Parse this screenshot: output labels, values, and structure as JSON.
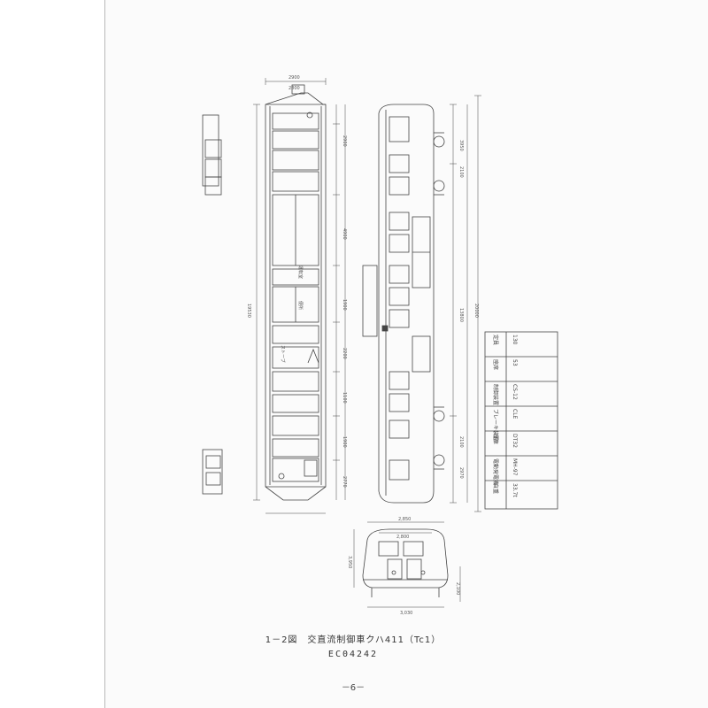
{
  "figure": {
    "caption": "1－2図　交直流制御車クハ411（Tc1）",
    "drawing_number": "EC04242",
    "page_number": "－6－"
  },
  "dimensions": {
    "plan_length": "19530",
    "plan_segments": [
      "2900",
      "4900",
      "1900",
      "2200",
      "1100",
      "1900",
      "2770"
    ],
    "side_segments": [
      "3950",
      "2100",
      "13800",
      "2100",
      "2970"
    ],
    "overall_length": "20000",
    "top_width": "2900",
    "top_inner": "2800",
    "front_width": "2,850",
    "front_inner": "2,800",
    "front_height": "3,950",
    "front_bottom": "2,100",
    "front_base": "3,030"
  },
  "plan_labels": {
    "label_1": "運転室",
    "label_2": "便所",
    "label_3": "ストーブ"
  },
  "spec_table": {
    "rows": [
      {
        "label": "定員",
        "value": "130"
      },
      {
        "label": "座席",
        "value": "53"
      },
      {
        "label": "制御装置",
        "value": "CS-12"
      },
      {
        "label": "ブレーキ装置",
        "value": "CLE"
      },
      {
        "label": "台車",
        "value": "DT32"
      },
      {
        "label": "電動発電機",
        "value": "MH-97"
      },
      {
        "label": "自重",
        "value": "33.7t"
      }
    ]
  }
}
